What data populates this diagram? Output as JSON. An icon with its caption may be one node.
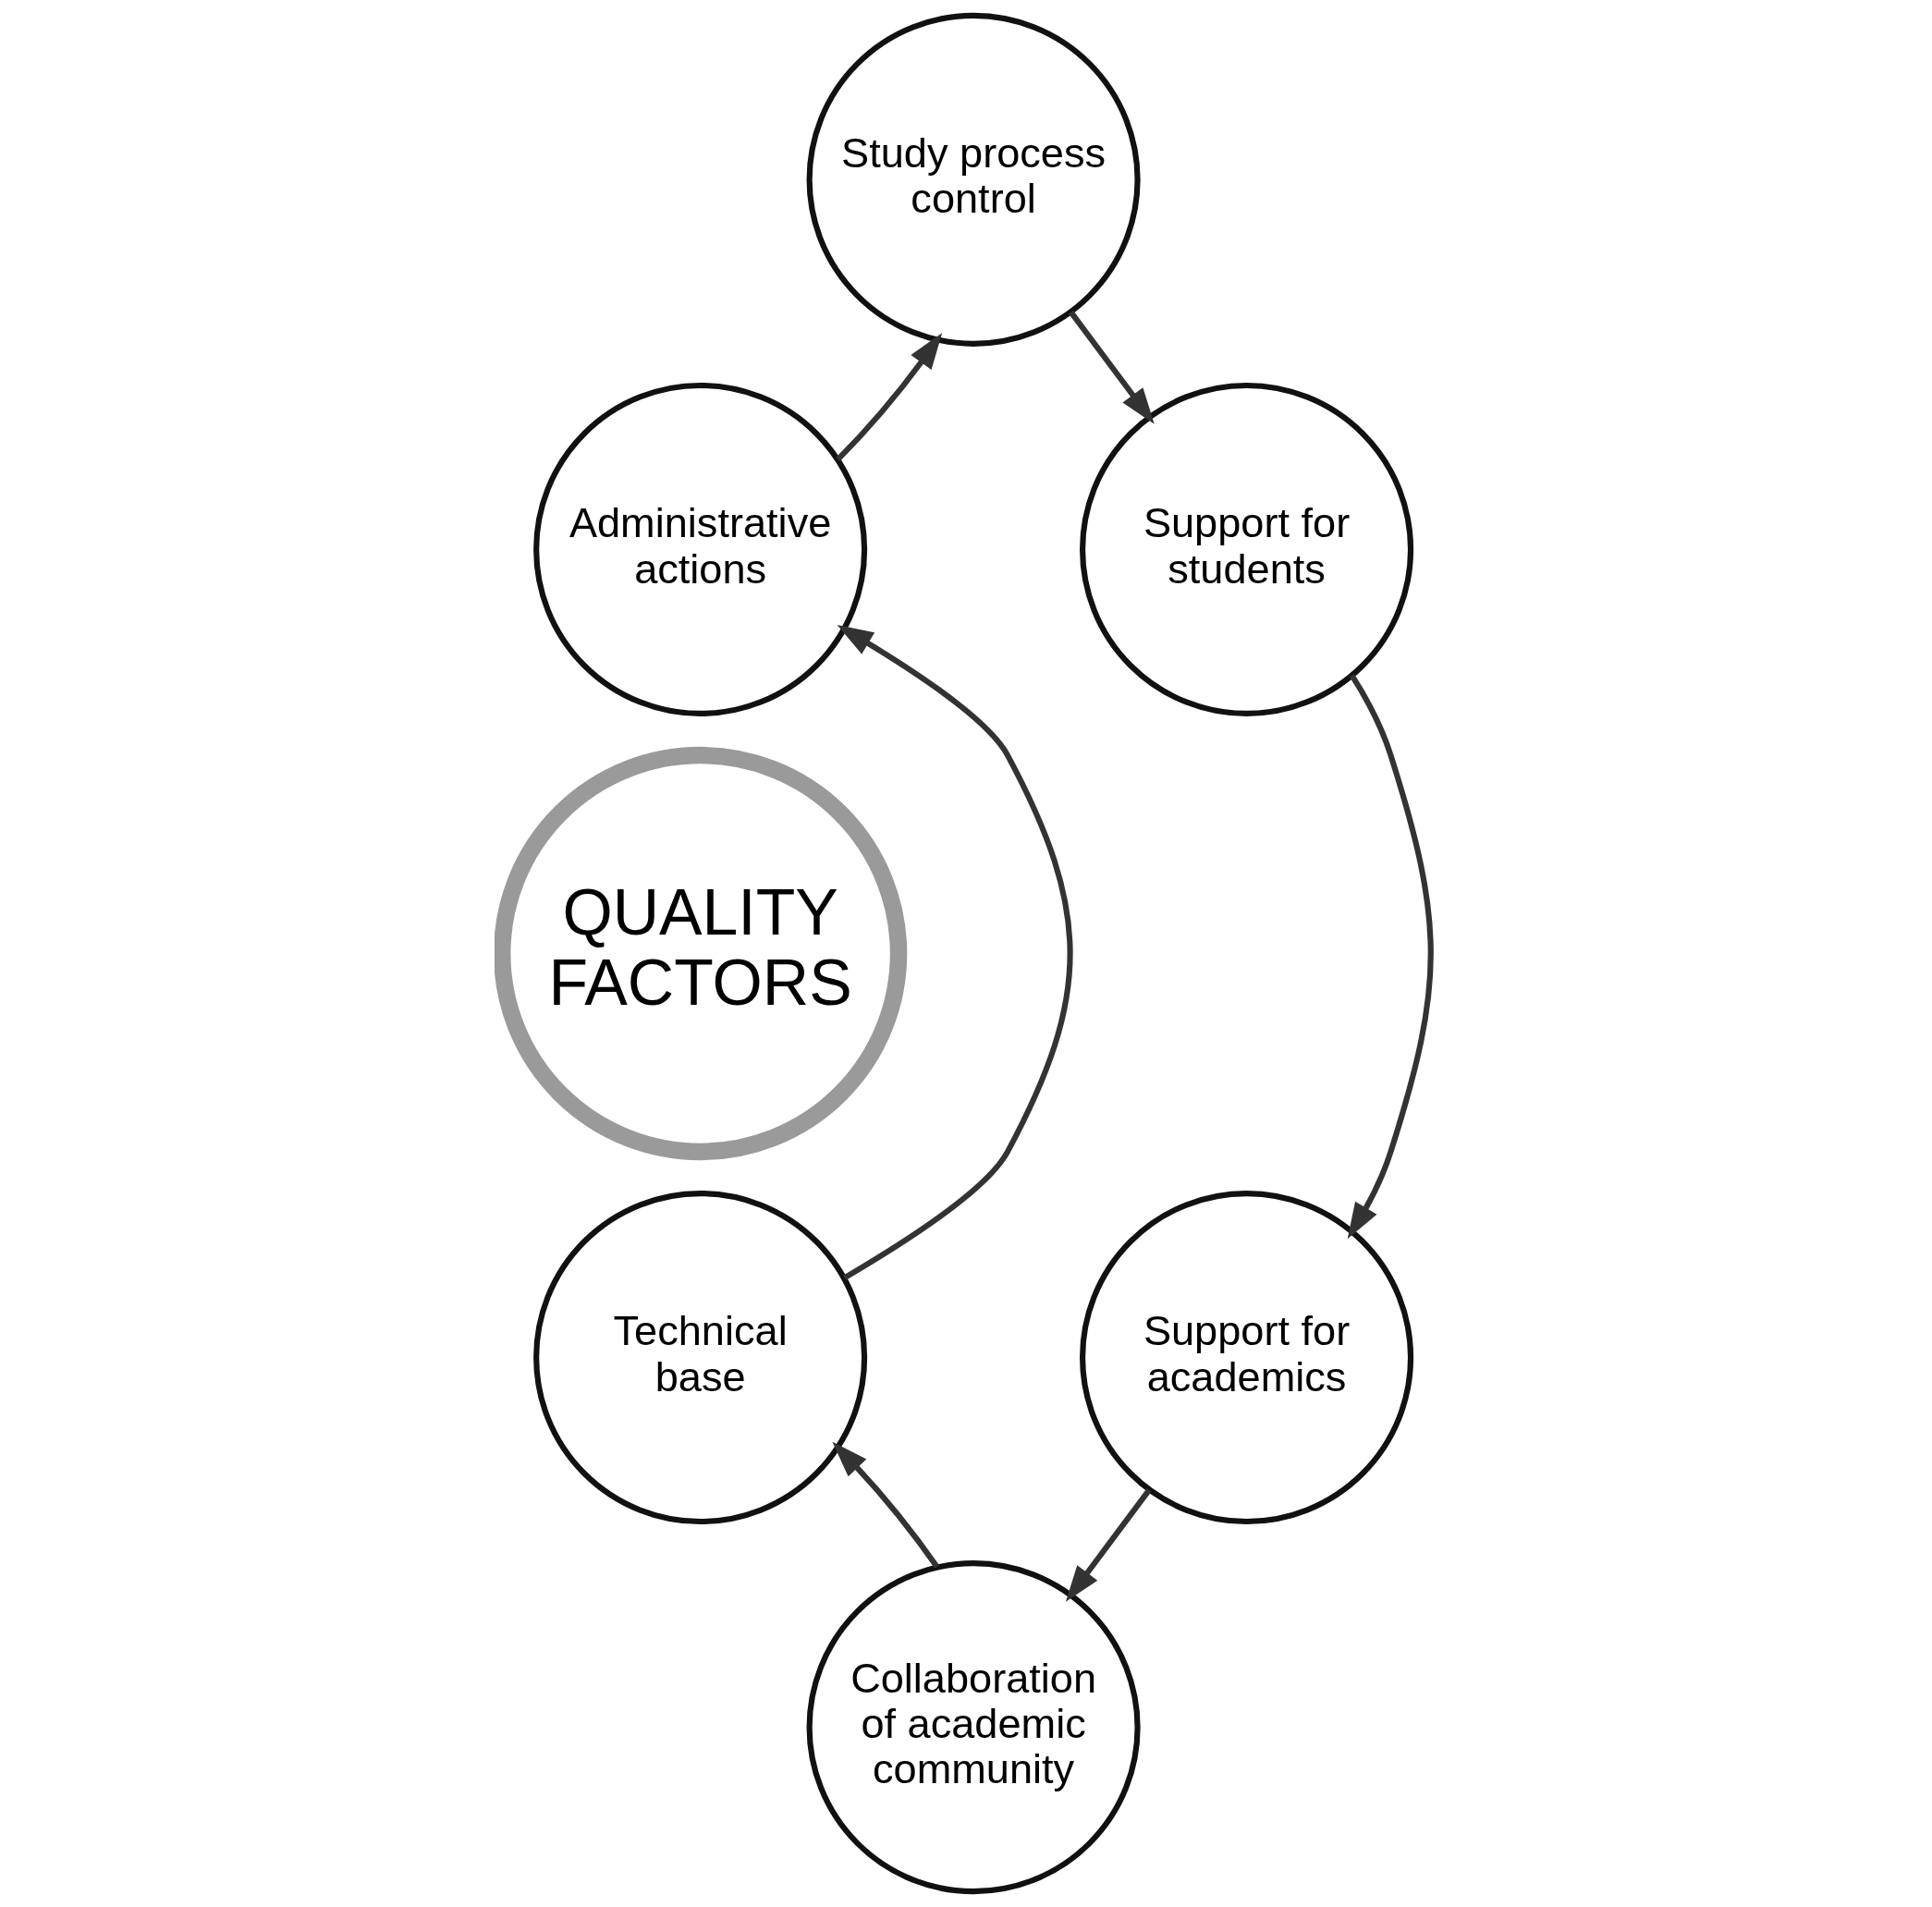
{
  "diagram": {
    "nodes": [
      {
        "text": [
          "Study process control"
        ]
      },
      {
        "text": [
          "Administrative actions"
        ]
      },
      {
        "text": [
          "Support for students"
        ]
      },
      {
        "text": [
          "QUALITY FACTORS"
        ]
      },
      {
        "text": [
          "Technical base"
        ]
      },
      {
        "text": [
          "Support for academics"
        ]
      },
      {
        "text": [
          "Collaboration of academic community"
        ]
      }
    ],
    "edges": [
      {
        "from": 0,
        "to": 2,
        "arrow": "to"
      },
      {
        "from": 2,
        "to": 5,
        "arrow": "to"
      },
      {
        "from": 5,
        "to": 6,
        "arrow": "to"
      },
      {
        "from": 6,
        "to": 4,
        "arrow": "to"
      },
      {
        "from": 4,
        "to": 1,
        "arrow": "to"
      },
      {
        "from": 1,
        "to": 0,
        "arrow": "to"
      }
    ]
  }
}
